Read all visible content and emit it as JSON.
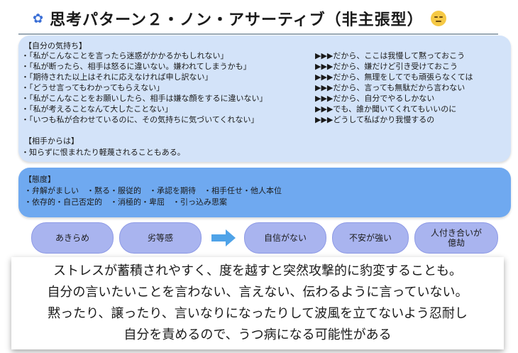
{
  "title": {
    "text": "思考パターン２・ノン・アサーティブ（非主張型）",
    "flower_icon": "blue-flower-icon",
    "face_icon": "sad-face-icon"
  },
  "feelings": {
    "heading": "【自分の気持ち】",
    "rows": [
      {
        "left": "・「私がこんなことを言ったら迷惑がかかるかもしれない」",
        "right": "▶▶▶だから、ここは我慢して黙っておこう"
      },
      {
        "left": "・「私が断ったら、相手は怒るに違いない。嫌われてしまうかも」",
        "right": "▶▶▶だから、嫌だけど引き受けておこう"
      },
      {
        "left": "・「期待された以上はそれに応えなければ申し訳ない」",
        "right": "▶▶▶だから、無理をしてでも頑張らなくては"
      },
      {
        "left": "・「どうせ言ってもわかってもらえない」",
        "right": "▶▶▶だから、言っても無駄だから言わない"
      },
      {
        "left": "・「私がこんなことをお願いしたら、相手は嫌な顔をするに違いない」",
        "right": "▶▶▶だから、自分でやるしかない"
      },
      {
        "left": "・「私が考えることなんて大したことない」",
        "right": "▶▶▶でも、誰か聞いてくれてもいいのに"
      },
      {
        "left": "・「いつも私が合わせているのに、その気持ちに気づいてくれない」",
        "right": "▶▶▶どうして私ばかり我慢するの"
      }
    ]
  },
  "others": {
    "heading": "【相手からは】",
    "text": "・知らずに恨まれたり軽蔑されることもある。"
  },
  "attitude": {
    "heading": "【態度】",
    "line1": "・弁解がましい　・黙る・服従的　・承認を期待　・相手任せ・他人本位",
    "line2": "・依存的・自己否定的　・消極的・卑屈　・引っ込み思案"
  },
  "pills": {
    "p1": "あきらめ",
    "p2": "劣等感",
    "p3": "自信がない",
    "p4": "不安が強い",
    "p5a": "人付き合いが",
    "p5b": "億劫"
  },
  "summary": {
    "line1": "ストレスが蓄積されやすく、度を越すと突然攻撃的に豹変することも。",
    "line2": "自分の言いたいことを言わない、言えない、伝わるように言っていない。",
    "line3": "黙ったり、譲ったり、言いなりになったりして波風を立てないよう忍耐し",
    "line4": "自分を責めるので、うつ病になる可能性がある"
  },
  "colors": {
    "feelings_box": "#d3e3f9",
    "attitude_box": "#6fa9f0",
    "pill": "#a9b4ef",
    "arrow": "#4fa3e8"
  }
}
